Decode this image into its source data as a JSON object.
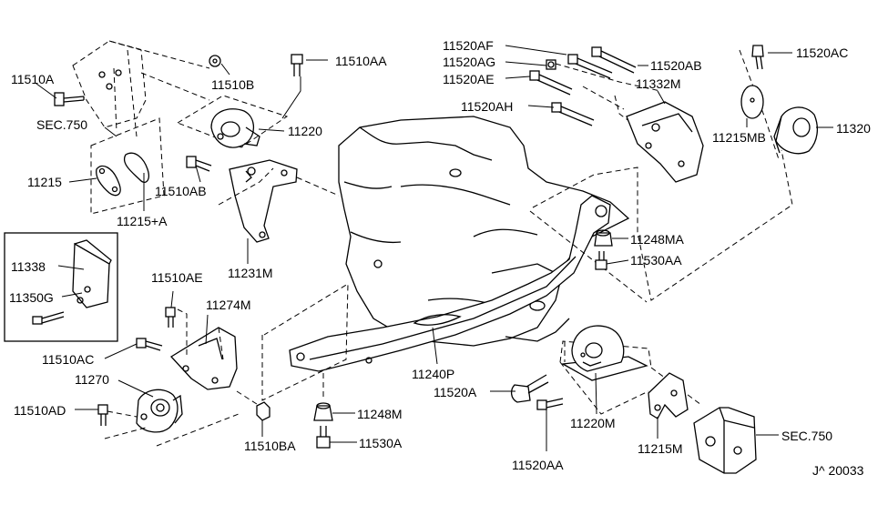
{
  "labels": {
    "l_11510A": "11510A",
    "l_sec750_left": "SEC.750",
    "l_11510B": "11510B",
    "l_11510AA": "11510AA",
    "l_11220": "11220",
    "l_11215": "11215",
    "l_11510AB": "11510AB",
    "l_11215A": "11215+A",
    "l_11231M": "11231M",
    "l_11338": "11338",
    "l_11350G": "11350G",
    "l_11510AE": "11510AE",
    "l_11274M": "11274M",
    "l_11510AC": "11510AC",
    "l_11270": "11270",
    "l_11510AD": "11510AD",
    "l_11510BA": "11510BA",
    "l_11248M": "11248M",
    "l_11530A": "11530A",
    "l_11240P": "11240P",
    "l_11520A": "11520A",
    "l_11520AA": "11520AA",
    "l_11220M": "11220M",
    "l_11215M": "11215M",
    "l_sec750_right": "SEC.750",
    "l_11248MA": "11248MA",
    "l_11530AA": "11530AA",
    "l_11520AF": "11520AF",
    "l_11520AG": "11520AG",
    "l_11520AE": "11520AE",
    "l_11520AH": "11520AH",
    "l_11520AB": "11520AB",
    "l_11332M": "11332M",
    "l_11520AC": "11520AC",
    "l_11215MB": "11215MB",
    "l_11320": "11320",
    "ref_code": "J^ 20033"
  }
}
